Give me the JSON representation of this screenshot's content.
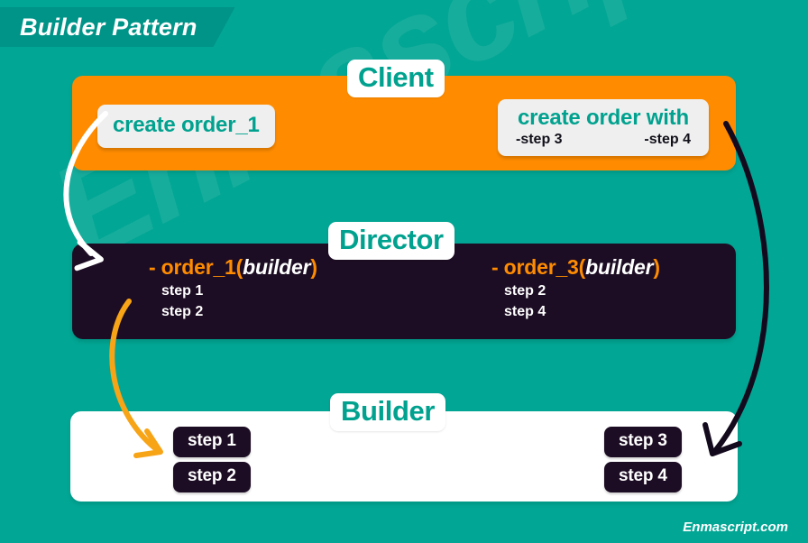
{
  "banner": {
    "title": "Builder Pattern"
  },
  "watermark": {
    "text": "Enmascript"
  },
  "footer": {
    "text": "Enmascript.com"
  },
  "colors": {
    "background_teal": "#02a694",
    "banner_teal": "#009488",
    "client_orange": "#ff8c00",
    "director_dark": "#1d0d24",
    "builder_white": "#ffffff",
    "accent_teal_text": "#00a28f",
    "arrow_white": "#ffffff",
    "arrow_orange": "#f7a416",
    "arrow_black": "#140a1e"
  },
  "sections": {
    "client": {
      "label": "Client",
      "calls": [
        {
          "title": "create order_1",
          "sub": []
        },
        {
          "title": "create order with",
          "sub": [
            "-step 3",
            "-step 4"
          ]
        }
      ]
    },
    "director": {
      "label": "Director",
      "entries": [
        {
          "dash": "-",
          "name": "order_1",
          "open_paren": "(",
          "arg": "builder",
          "close_paren": ")",
          "steps": [
            "step 1",
            "step 2"
          ]
        },
        {
          "dash": "-",
          "name": "order_3",
          "open_paren": "(",
          "arg": "builder",
          "close_paren": ")",
          "steps": [
            "step 2",
            "step 4"
          ]
        }
      ]
    },
    "builder": {
      "label": "Builder",
      "left_steps": [
        "step 1",
        "step 2"
      ],
      "right_steps": [
        "step 3",
        "step 4"
      ]
    }
  },
  "arrows": [
    {
      "name": "client-to-director-arrow",
      "color": "#ffffff"
    },
    {
      "name": "director-to-builder-arrow",
      "color": "#f7a416"
    },
    {
      "name": "client-to-builder-arrow",
      "color": "#140a1e"
    }
  ]
}
